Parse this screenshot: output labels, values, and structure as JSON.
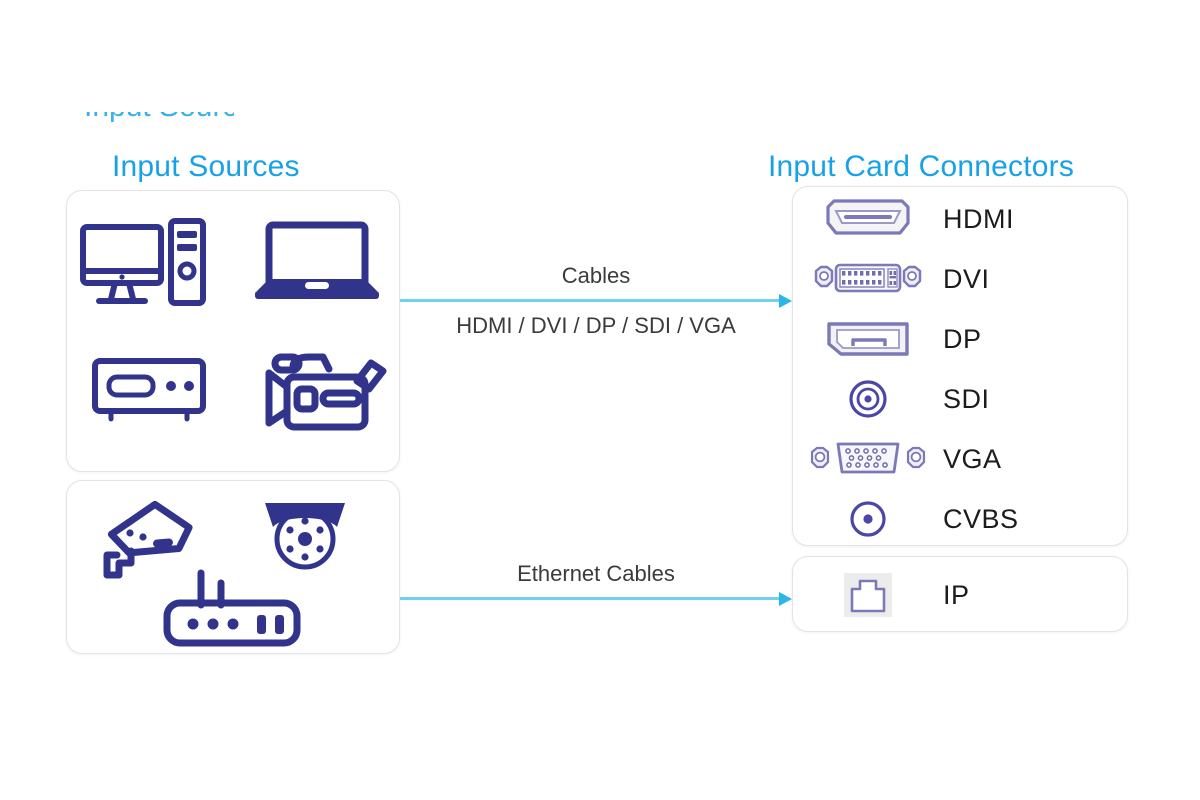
{
  "diagram": {
    "type": "block-flow",
    "background_color": "#ffffff",
    "accent_color": "#17a2e8",
    "icon_color": "#32348c",
    "connector_icon_color": "#7b79b8",
    "arrow_color": "#6fd0ef",
    "card_border_color": "#e3e3e3",
    "clipped_text_top": "Input Sources"
  },
  "left_panel": {
    "title": "Input Sources",
    "cards": [
      {
        "name": "av-sources",
        "icons": [
          {
            "label": "desktop-computer",
            "icon": "desktop-computer-icon"
          },
          {
            "label": "laptop",
            "icon": "laptop-icon"
          },
          {
            "label": "media-player",
            "icon": "media-player-icon"
          },
          {
            "label": "camcorder",
            "icon": "camcorder-icon"
          }
        ]
      },
      {
        "name": "ip-sources",
        "icons": [
          {
            "label": "bullet-camera",
            "icon": "bullet-camera-icon"
          },
          {
            "label": "dome-camera",
            "icon": "dome-camera-icon"
          },
          {
            "label": "router",
            "icon": "router-icon"
          }
        ]
      }
    ]
  },
  "arrows": [
    {
      "name": "cables-arrow",
      "label_above": "Cables",
      "label_below": "HDMI / DVI / DP / SDI / VGA"
    },
    {
      "name": "ethernet-arrow",
      "label_above": "Ethernet Cables",
      "label_below": ""
    }
  ],
  "right_panel": {
    "title": "Input Card Connectors",
    "video_connectors": [
      {
        "label": "HDMI",
        "icon": "hdmi-connector-icon"
      },
      {
        "label": "DVI",
        "icon": "dvi-connector-icon"
      },
      {
        "label": "DP",
        "icon": "displayport-connector-icon"
      },
      {
        "label": "SDI",
        "icon": "bnc-connector-icon"
      },
      {
        "label": "VGA",
        "icon": "vga-connector-icon"
      },
      {
        "label": "CVBS",
        "icon": "rca-connector-icon"
      }
    ],
    "ip_connectors": [
      {
        "label": "IP",
        "icon": "rj45-connector-icon"
      }
    ]
  }
}
